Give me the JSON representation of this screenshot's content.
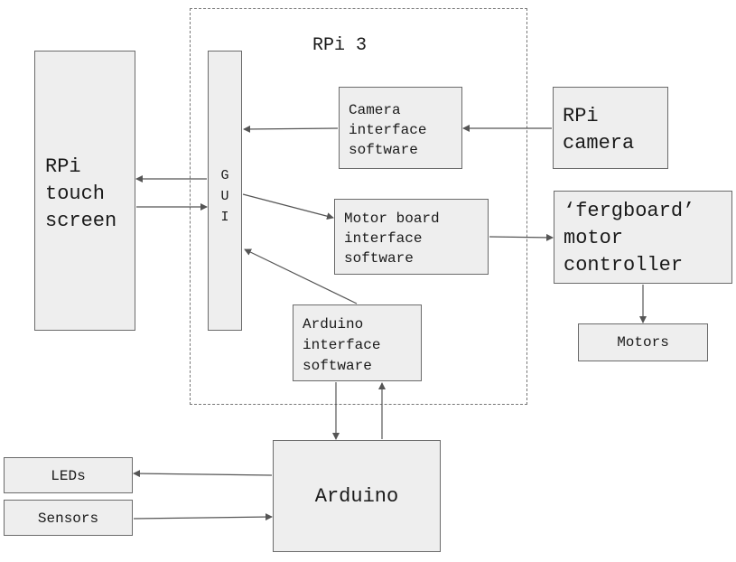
{
  "rpi3": {
    "label": "RPi 3"
  },
  "blocks": {
    "touch_screen": "RPi\ntouch\nscreen",
    "gui": "G\nU\nI",
    "camera_sw": "Camera\ninterface\nsoftware",
    "rpi_camera": "RPi\ncamera",
    "motor_sw": "Motor board\ninterface\nsoftware",
    "fergboard": "‘fergboard’\nmotor\ncontroller",
    "motors": "Motors",
    "arduino_sw": "Arduino\ninterface\nsoftware",
    "arduino": "Arduino",
    "leds": "LEDs",
    "sensors": "Sensors"
  },
  "colors": {
    "box_fill": "#eeeeee",
    "box_border": "#6b6b6b",
    "arrow": "#555555",
    "boundary": "#777777"
  }
}
